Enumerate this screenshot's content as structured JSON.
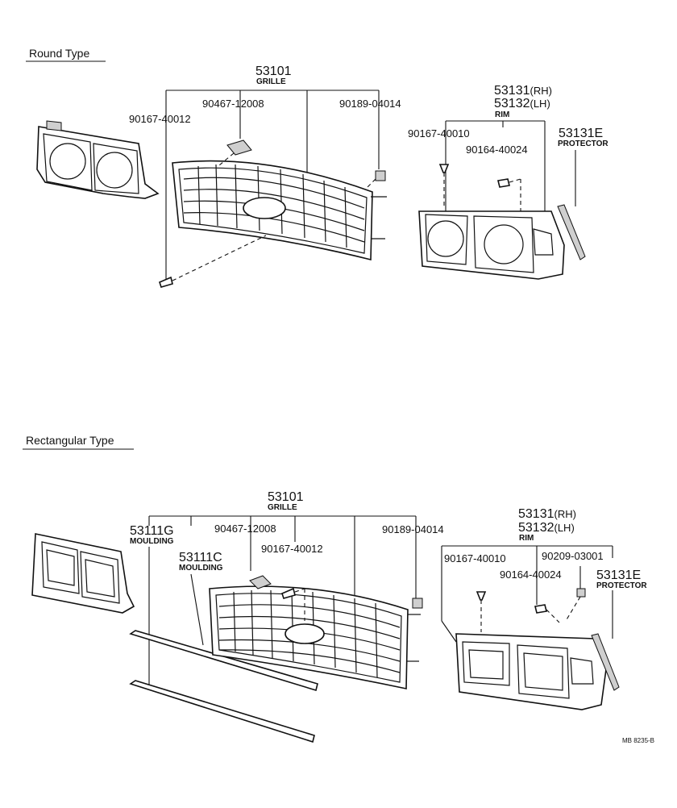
{
  "sections": {
    "round": {
      "title": "Round Type",
      "grille_no": "53101",
      "grille_name": "GRILLE",
      "p_90467": "90467-12008",
      "p_90189": "90189-04014",
      "p_90167_grille": "90167-40012",
      "rim_rh": "53131",
      "rim_rh_suffix": "(RH)",
      "rim_lh": "53132",
      "rim_lh_suffix": "(LH)",
      "rim_name": "RIM",
      "p_90167_rim": "90167-40010",
      "p_90164": "90164-40024",
      "protector_no": "53131E",
      "protector_name": "PROTECTOR"
    },
    "rect": {
      "title": "Rectangular Type",
      "grille_no": "53101",
      "grille_name": "GRILLE",
      "moulding_g_no": "53111G",
      "moulding_g_name": "MOULDING",
      "moulding_c_no": "53111C",
      "moulding_c_name": "MOULDING",
      "p_90467": "90467-12008",
      "p_90167_grille": "90167-40012",
      "p_90189": "90189-04014",
      "rim_rh": "53131",
      "rim_rh_suffix": "(RH)",
      "rim_lh": "53132",
      "rim_lh_suffix": "(LH)",
      "rim_name": "RIM",
      "p_90167_rim": "90167-40010",
      "p_90209": "90209-03001",
      "p_90164": "90164-40024",
      "protector_no": "53131E",
      "protector_name": "PROTECTOR"
    }
  },
  "catalog_code": "MB 8235-B"
}
